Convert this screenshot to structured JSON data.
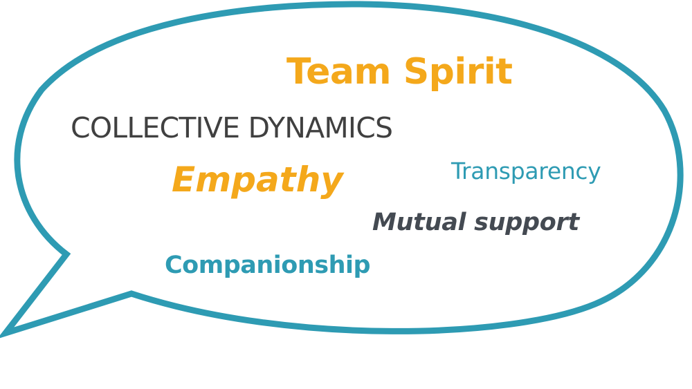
{
  "colors": {
    "bubble_outline": "#2e9bb3",
    "bubble_fill": "#ffffff",
    "orange": "#f4a81b",
    "dark_gray": "#404040",
    "medium_gray": "#444a52",
    "teal": "#2e9bb3"
  },
  "words": {
    "team_spirit": "Team Spirit",
    "collective_dynamics": "COLLECTIVE DYNAMICS",
    "empathy": "Empathy",
    "transparency": "Transparency",
    "mutual_support": "Mutual support",
    "companionship": "Companionship"
  },
  "icons": {
    "bubble": "speech-bubble-icon"
  }
}
